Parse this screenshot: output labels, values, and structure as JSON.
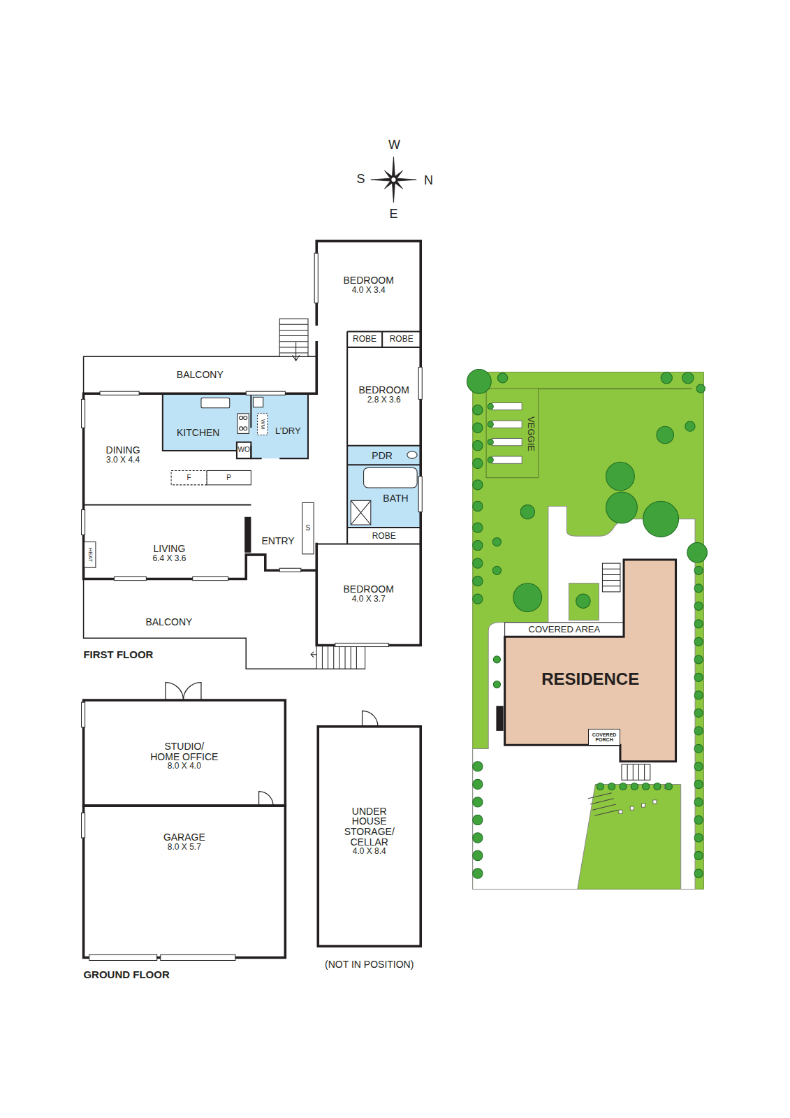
{
  "diagram": {
    "nodes": [
      {
        "text": [
          "BEDROOM",
          "4.0 X 3.4"
        ]
      },
      {
        "text": [
          "ROBE"
        ]
      },
      {
        "text": [
          "ROBE"
        ]
      },
      {
        "text": [
          "BALCONY"
        ]
      },
      {
        "text": [
          "BEDROOM",
          "2.8 X 3.6"
        ]
      },
      {
        "text": [
          "KITCHEN"
        ]
      },
      {
        "text": [
          "L’DRY"
        ]
      },
      {
        "text": [
          "DINING",
          "3.0 X 4.4"
        ]
      },
      {
        "text": [
          "PDR"
        ]
      },
      {
        "text": [
          "BATH"
        ]
      },
      {
        "text": [
          "ROBE"
        ]
      },
      {
        "text": [
          "LIVING",
          "6.4 X 3.6"
        ]
      },
      {
        "text": [
          "ENTRY"
        ]
      },
      {
        "text": [
          "BEDROOM",
          "4.0 X 3.7"
        ]
      },
      {
        "text": [
          "BALCONY"
        ]
      },
      {
        "text": [
          "COVERED AREA"
        ]
      },
      {
        "text": [
          "RESIDENCE"
        ]
      },
      {
        "text": [
          "COVERED PORCH"
        ],
        "in": 16
      },
      {
        "text": [
          "STUDIO/ HOME OFFICE",
          "8.0 X 4.0"
        ]
      },
      {
        "text": [
          "GARAGE",
          "8.0 X 5.7"
        ]
      },
      {
        "text": [
          "UNDER HOUSE STORAGE/ CELLAR",
          "4.0 X 8.4"
        ]
      }
    ],
    "labels": [
      "W",
      "S",
      "N",
      "E",
      "WM",
      "WO",
      "F",
      "P",
      "HEAT",
      "S",
      "FIRST FLOOR",
      "VEGGIE",
      "GROUND FLOOR",
      "(NOT IN POSITION)"
    ]
  }
}
